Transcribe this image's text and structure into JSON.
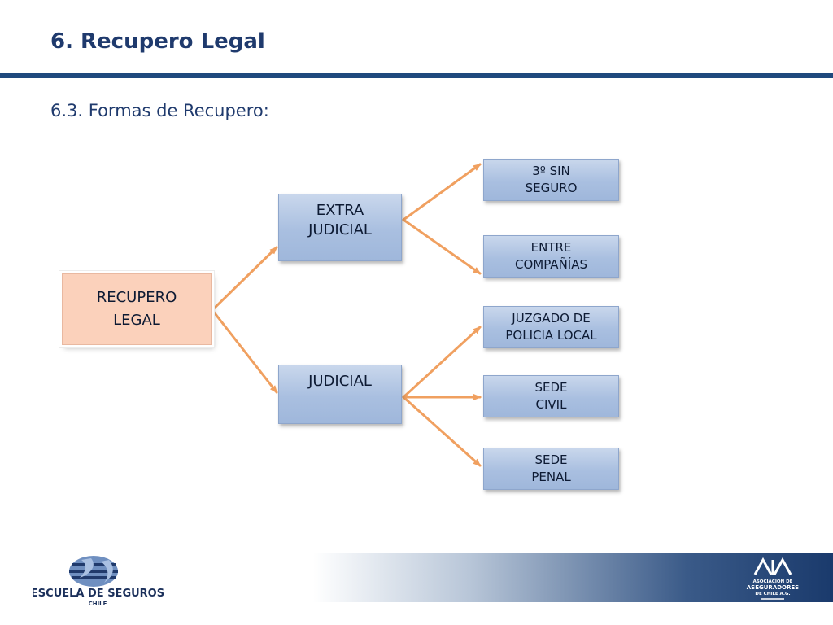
{
  "slide": {
    "title": "6. Recupero Legal",
    "subtitle": "6.3. Formas de Recupero:"
  },
  "diagram": {
    "root": {
      "line1": "RECUPERO",
      "line2": "LEGAL"
    },
    "extra_judicial": {
      "line1": "EXTRA",
      "line2": "JUDICIAL",
      "children": [
        {
          "line1": "3º SIN",
          "line2": "SEGURO"
        },
        {
          "line1": "ENTRE",
          "line2": "COMPAÑÍAS"
        }
      ]
    },
    "judicial": {
      "line1": "JUDICIAL",
      "children": [
        {
          "line1": "JUZGADO DE",
          "line2": "POLICIA LOCAL"
        },
        {
          "line1": "SEDE",
          "line2": "CIVIL"
        },
        {
          "line1": "SEDE",
          "line2": "PENAL"
        }
      ]
    }
  },
  "footer": {
    "school_logo": {
      "name": "ESCUELA DE SEGUROS",
      "country": "CHILE"
    },
    "association_logo": {
      "line1": "ASOCIACION DE",
      "line2": "ASEGURADORES",
      "line3": "DE CHILE A.G."
    }
  },
  "colors": {
    "title": "#1f3a6d",
    "rule": "#1f497d",
    "connector": "#f0a060",
    "root_fill": "#fbd1bb",
    "node_fill": "#a9bfe0"
  }
}
